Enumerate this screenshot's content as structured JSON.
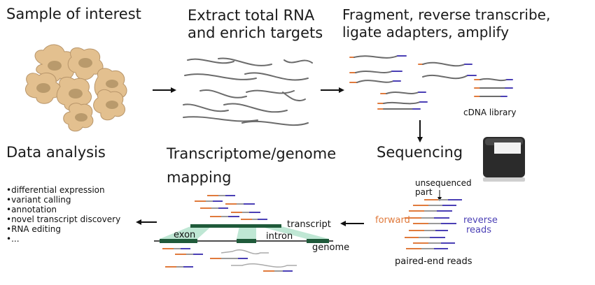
{
  "steps": {
    "sample": "Sample of interest",
    "extract_line1": "Extract total RNA",
    "extract_line2": "and enrich targets",
    "fragment_line1": "Fragment, reverse transcribe,",
    "fragment_line2": "ligate adapters, amplify",
    "data_analysis": "Data analysis",
    "mapping_line1": "Transcriptome/genome",
    "mapping_line2": "mapping",
    "sequencing": "Sequencing"
  },
  "labels": {
    "cdna_library": "cDNA library",
    "unsequenced_line1": "unsequenced",
    "unsequenced_line2": "part",
    "forward": "forward",
    "reverse_line1": "reverse",
    "reverse_line2": "reads",
    "paired_end": "paired-end reads",
    "transcript": "transcript",
    "exon": "exon",
    "intron": "intron",
    "genome": "genome"
  },
  "analysis_items": [
    "•differential expression",
    "•variant calling",
    "•annotation",
    "•novel transcript discovery",
    "•RNA editing",
    "•..."
  ],
  "colors": {
    "forward": "#e07a3c",
    "reverse": "#4a3fb5",
    "rna": "#6b6b6b",
    "cell": "#e3c08f",
    "nucleus": "#b99a6c",
    "exon": "#1f5a3a",
    "mapping_fill": "#bfe7d4"
  }
}
